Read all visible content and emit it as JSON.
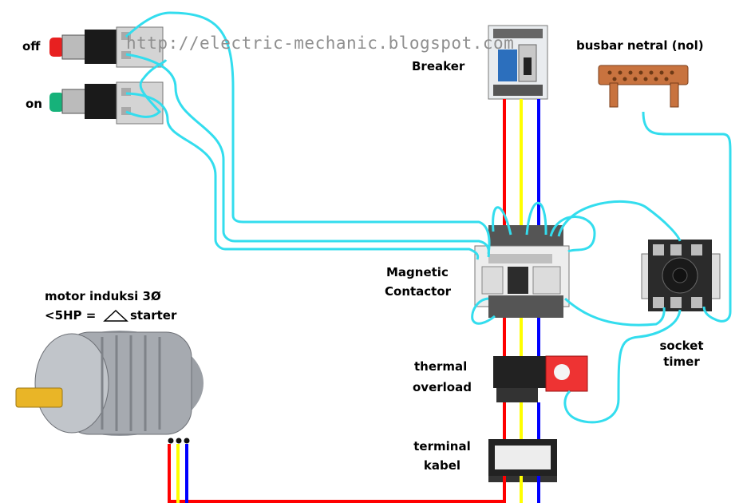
{
  "watermark": "http://electric-mechanic.blogspot.com",
  "labels": {
    "off": "off",
    "on": "on",
    "breaker": "Breaker",
    "busbar": "busbar netral (nol)",
    "magnetic_line1": "Magnetic",
    "magnetic_line2": "Contactor",
    "motor_line1": "motor induksi 3Ø",
    "motor_line2_a": "<5HP =",
    "motor_line2_b": "starter",
    "socket_line1": "socket",
    "socket_line2": "timer",
    "thermal_line1": "thermal",
    "thermal_line2": "overload",
    "terminal_line1": "terminal",
    "terminal_line2": "kabel"
  },
  "colors": {
    "phase_r": "#ff0000",
    "phase_s": "#ffff00",
    "phase_t": "#0000ff",
    "control_wire": "#33ddee",
    "busbar_copper": "#c8733f"
  }
}
